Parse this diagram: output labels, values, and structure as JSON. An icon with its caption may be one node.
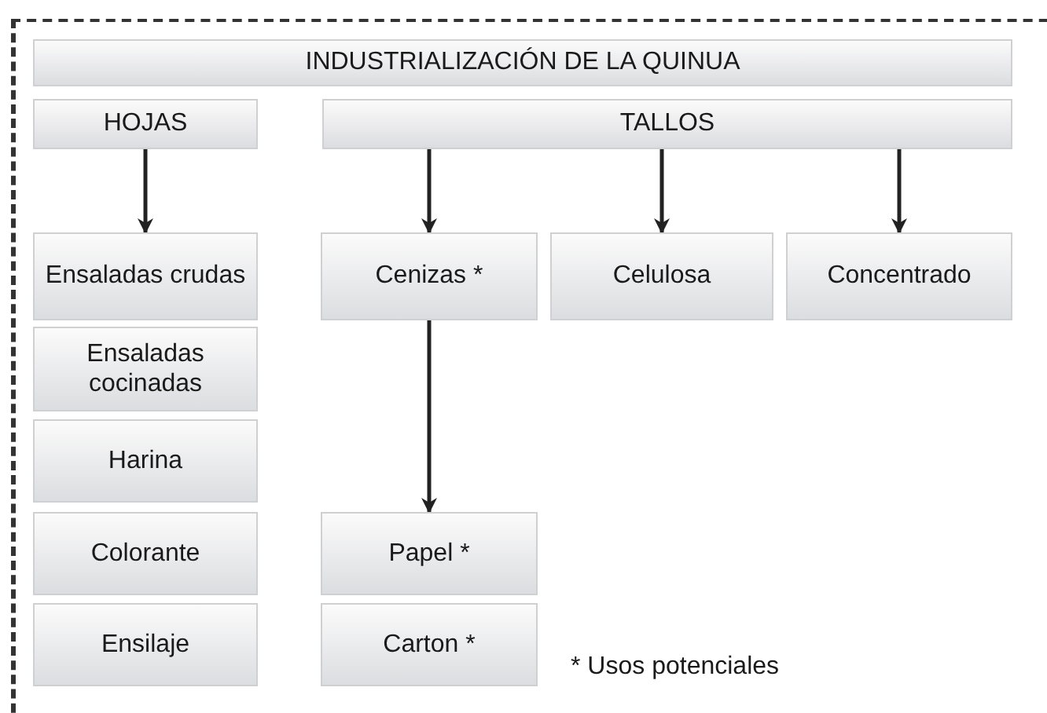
{
  "diagram": {
    "nodes": [
      {
        "text": [
          "INDUSTRIALIZACIÓN DE LA QUINUA"
        ]
      },
      {
        "text": [
          "HOJAS"
        ]
      },
      {
        "text": [
          "TALLOS"
        ]
      },
      {
        "text": [
          "Ensaladas crudas"
        ]
      },
      {
        "text": [
          "Cenizas *"
        ]
      },
      {
        "text": [
          "Celulosa"
        ]
      },
      {
        "text": [
          "Concentrado"
        ]
      },
      {
        "text": [
          "Ensaladas cocinadas"
        ]
      },
      {
        "text": [
          "Harina"
        ]
      },
      {
        "text": [
          "Papel *"
        ]
      },
      {
        "text": [
          "Colorante"
        ]
      },
      {
        "text": [
          "Carton *"
        ]
      },
      {
        "text": [
          "Ensilaje"
        ]
      }
    ],
    "edges": [
      {
        "from": 1,
        "to": 3,
        "arrow": "to"
      },
      {
        "from": 2,
        "to": 4,
        "arrow": "to"
      },
      {
        "from": 2,
        "to": 5,
        "arrow": "to"
      },
      {
        "from": 2,
        "to": 6,
        "arrow": "to"
      },
      {
        "from": 4,
        "to": 9,
        "arrow": "to"
      }
    ],
    "labels": [
      "* Usos potenciales"
    ]
  }
}
